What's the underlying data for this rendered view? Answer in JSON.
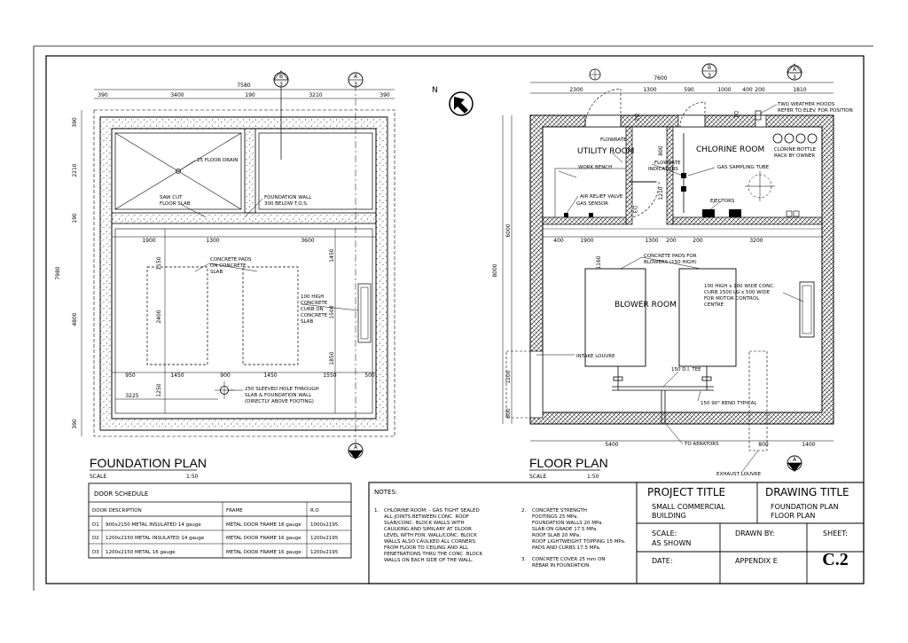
{
  "foundation_plan": {
    "title": "FOUNDATION PLAN",
    "scale_label": "SCALE",
    "scale_value": "1:50",
    "overall_width": "7580",
    "overall_depth": "7980",
    "top_dims": [
      "390",
      "3400",
      "190",
      "3210",
      "390"
    ],
    "left_dims": [
      "390",
      "2210",
      "190",
      "4800",
      "390"
    ],
    "inner_dims_row": [
      "1900",
      "1300",
      "3600"
    ],
    "bottom_dims": [
      "950",
      "1450",
      "900",
      "1450",
      "1550",
      "500"
    ],
    "dims_misc": {
      "d1150": "1150",
      "d2400": "2400",
      "d1250": "1250",
      "d3225": "3225",
      "d1450": "1450",
      "d1500": "1500",
      "d1850": "1850"
    },
    "labels": {
      "floor_drain": "25 FLOOR DRAIN",
      "saw_cut_1": "SAW CUT",
      "saw_cut_2": "FLOOR SLAB",
      "found_wall_1": "FOUNDATION WALL",
      "found_wall_2": "300 BELOW T.O.S.",
      "pads_1": "CONCRETE PADS",
      "pads_2": "ON CONCRETE",
      "pads_3": "SLAB",
      "curb_1": "100 HIGH",
      "curb_2": "CONCRETE",
      "curb_3": "CURB ON",
      "curb_4": "CONCRETE",
      "curb_5": "SLAB",
      "sleeve_1": "250 SLEEVED HOLE THROUGH",
      "sleeve_2": "SLAB & FOUNDATION WALL",
      "sleeve_3": "(DIRECTLY ABOVE FOOTING)"
    },
    "markers": {
      "b_top": "B",
      "b_num": "3",
      "a_top": "A",
      "a_num": "3"
    }
  },
  "floor_plan": {
    "title": "FLOOR PLAN",
    "scale_label": "SCALE",
    "scale_value": "1:50",
    "top_overall": "7600",
    "top_dims": [
      "2300",
      "1300",
      "590",
      "1000",
      "400",
      "200",
      "1810"
    ],
    "mid_dims": [
      "400",
      "1900",
      "1300",
      "200",
      "200",
      "3200"
    ],
    "left_overall": "8000",
    "left_dims": [
      "6000",
      "1200",
      "800"
    ],
    "bottom_dims": [
      "5400",
      "800",
      "1400"
    ],
    "misc_dims": {
      "d800": "800",
      "d1210": "1210",
      "d1160": "1160"
    },
    "rooms": {
      "utility": "UTILITY ROOM",
      "chlorine": "CHLORINE ROOM",
      "blower": "BLOWER ROOM"
    },
    "doors": {
      "d1": "D1",
      "d2": "D2",
      "d3": "D3"
    },
    "labels": {
      "flowrate": "FLOWRATE",
      "work_bench": "WORK BENCH",
      "flowrate_ind_1": "FLOWRATE",
      "flowrate_ind_2": "INDICATORS",
      "air_relief": "AIR RELIEF VALVE",
      "gas_sensor": "GAS SENSOR",
      "gas_sampling": "GAS SAMPLING TUBE",
      "ejectors": "EJECTORS",
      "hoods_1": "TWO WEATHER HOODS",
      "hoods_2": "REFER TO ELEV. FOR POSITION",
      "bottle_1": "CLORINE BOTTLE",
      "bottle_2": "RACK BY OWNER",
      "pads_1": "CONCRETE PADS FOR",
      "pads_2": "BLOWERS (150 HIGH)",
      "curb_1": "100 HIGH x 100 WIDE CONC.",
      "curb_2": "CURB 1500 LG x 500 WIDE",
      "curb_3": "FOR MOTOR CONTROL",
      "curb_4": "CENTRE",
      "intake": "INTAKE LOUVRE",
      "tee": "150 D.I. TEE",
      "bend": "150 90° BEND TYPICAL",
      "aerators": "TO AERATORS",
      "exhaust": "EXHAUST LOUVRE"
    },
    "north": "N"
  },
  "door_schedule": {
    "title": "DOOR SCHEDULE",
    "headers": [
      "DOOR DESCRIPTION",
      "FRAME",
      "R.O"
    ],
    "rows": [
      {
        "id": "D1",
        "desc": "900x2150 METAL INSULATED 14 gauge",
        "frame": "METAL DOOR FRAME 16 gauge",
        "ro": "1000x2195"
      },
      {
        "id": "D2",
        "desc": "1200x2150 METAL INSULATED 14 gauge",
        "frame": "METAL DOOR FRAME 16 gauge",
        "ro": "1200x2195"
      },
      {
        "id": "D3",
        "desc": "1200x2150 METAL 16 gauge",
        "frame": "METAL DOOR FRAME 16 gauge",
        "ro": "1200x2195"
      }
    ]
  },
  "notes": {
    "title": "NOTES:",
    "n1_num": "1.",
    "n1": [
      "CHLORINE ROOM: - GAS TIGHT SEALED",
      "ALL JOINTS BETWEEN CONC. ROOF",
      "SLAB/CONC. BLOCK WALLS WITH",
      "CAULKING AND SIMILARY AT DLOOR",
      "LEVEL WITH FDN. WALL/CONC. BLOCK",
      "WALLS ALSO CAULKED ALL CORNERS",
      "FROM FLOOR TO CEILING AND ALL",
      "PENETRATIONS THRU THE CONC. BLOCK",
      "WALLS ON EACH SIDE OF THE WALL."
    ],
    "n2_num": "2.",
    "n2": [
      "CONCRETE STRENGTH",
      "FOOTINGS 25 MPa.",
      "FOUNDATION WALLS 20 MPa.",
      "SLAB ON GRADE 17.5 MPa.",
      "ROOF SLAB 20 MPa.",
      "ROOF LIGHTWEIGHT TOPPING 15 MPa.",
      "PADS AND CURBS 17.5 MPa."
    ],
    "n3_num": "3.",
    "n3": [
      "CONCRETE COVER 25 mm ON",
      "REBAR IN FOUNDATION"
    ]
  },
  "title_block": {
    "project_title_label": "PROJECT TITLE",
    "project_name_1": "SMALL COMMERCIAL",
    "project_name_2": "BUILDING",
    "drawing_title_label": "DRAWING TITLE",
    "drawing_name_1": "FOUNDATION PLAN",
    "drawing_name_2": "FLOOR PLAN",
    "scale_label": "SCALE:",
    "scale_value": "AS SHOWN",
    "drawn_by_label": "DRAWN BY:",
    "sheet_label": "SHEET:",
    "sheet_value": "C.2",
    "date_label": "DATE:",
    "appendix": "APPENDIX E"
  }
}
